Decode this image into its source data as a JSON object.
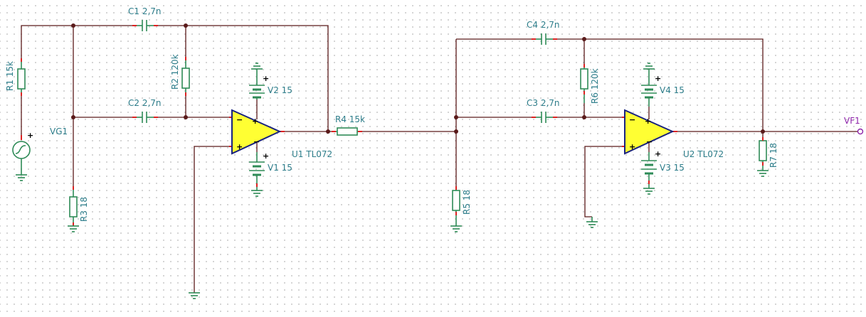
{
  "components": {
    "R1": "R1 15k",
    "R2": "R2 120k",
    "R3": "R3 18",
    "R4": "R4 15k",
    "R5": "R5 18",
    "R6": "R6 120k",
    "R7": "R7 18",
    "C1": "C1 2,7n",
    "C2": "C2 2,7n",
    "C3": "C3 2,7n",
    "C4": "C4 2,7n",
    "V1": "V1 15",
    "V2": "V2 15",
    "V3": "V3 15",
    "V4": "V4 15",
    "U1": "U1 TL072",
    "U2": "U2 TL072",
    "VG1": "VG1",
    "VF1": "VF1"
  },
  "signs": {
    "plus": "+",
    "minus": "−"
  },
  "colors": {
    "wire": "#5a1a1a",
    "component": "#2e8b57",
    "pin": "#dd2222",
    "opamp_fill": "#ffff33",
    "opamp_outline": "#1a237e",
    "label": "#2d7d8a",
    "output_label": "#8e24aa"
  }
}
